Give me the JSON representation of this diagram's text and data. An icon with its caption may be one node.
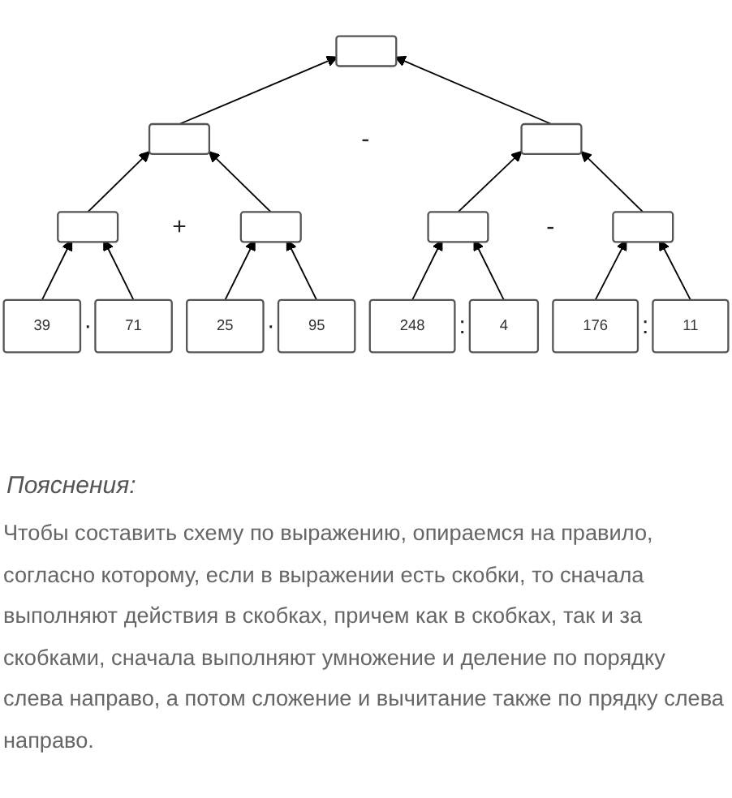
{
  "diagram": {
    "nodes": [
      {
        "text": [],
        "shape": "box"
      },
      {
        "text": [],
        "shape": "box"
      },
      {
        "text": [],
        "shape": "box"
      },
      {
        "text": [],
        "shape": "box"
      },
      {
        "text": [],
        "shape": "box"
      },
      {
        "text": [],
        "shape": "box"
      },
      {
        "text": [],
        "shape": "box"
      },
      {
        "text": [
          "39"
        ]
      },
      {
        "text": [
          "71"
        ]
      },
      {
        "text": [
          "25"
        ]
      },
      {
        "text": [
          "95"
        ]
      },
      {
        "text": [
          "248"
        ]
      },
      {
        "text": [
          "4"
        ]
      },
      {
        "text": [
          "176"
        ]
      },
      {
        "text": [
          "11"
        ]
      }
    ],
    "edges": [
      {
        "from": 1,
        "to": 0,
        "arrow": "to"
      },
      {
        "from": 2,
        "to": 0,
        "arrow": "to"
      },
      {
        "from": 3,
        "to": 1,
        "arrow": "to"
      },
      {
        "from": 4,
        "to": 1,
        "arrow": "to"
      },
      {
        "from": 5,
        "to": 2,
        "arrow": "to"
      },
      {
        "from": 6,
        "to": 2,
        "arrow": "to"
      },
      {
        "from": 7,
        "to": 3,
        "arrow": "to"
      },
      {
        "from": 8,
        "to": 3,
        "arrow": "to"
      },
      {
        "from": 9,
        "to": 4,
        "arrow": "to"
      },
      {
        "from": 10,
        "to": 4,
        "arrow": "to"
      },
      {
        "from": 11,
        "to": 5,
        "arrow": "to"
      },
      {
        "from": 12,
        "to": 5,
        "arrow": "to"
      },
      {
        "from": 13,
        "to": 6,
        "arrow": "to"
      },
      {
        "from": 14,
        "to": 6,
        "arrow": "to"
      }
    ],
    "labels": [
      "-",
      "+",
      "-",
      "·",
      "·",
      ":",
      ":",
      "Пояснения:",
      "Чтобы составить схему по выражению, опираемся на правило, согласно которому, если в выражении есть скобки, то сначала выполняют действия в скобках, причем как в скобках, так и за скобками, сначала выполняют умножение и деление по порядку слева направо, а потом сложение и вычитание также по прядку слева направо."
    ]
  }
}
